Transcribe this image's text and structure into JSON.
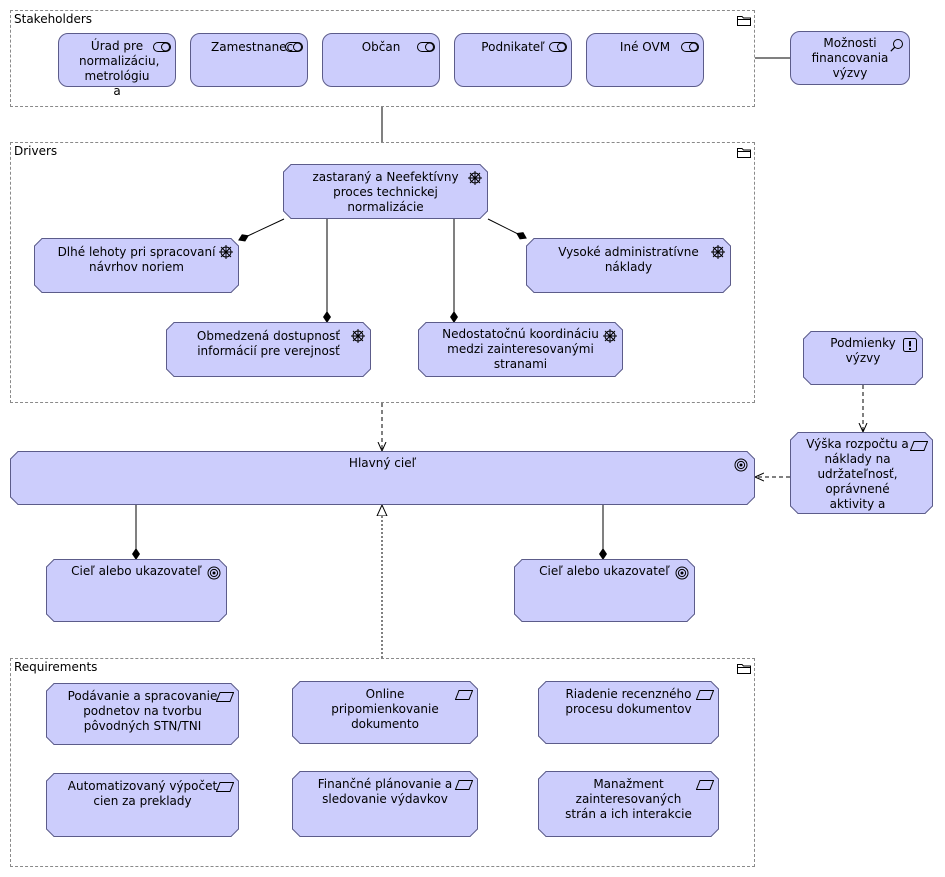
{
  "groups": {
    "stakeholders": "Stakeholders",
    "drivers": "Drivers",
    "requirements": "Requirements"
  },
  "stakeholders": {
    "urad": "Úrad pre normalizáciu, metrológiu a",
    "zamestnanec": "Zamestnanec",
    "obcan": "Občan",
    "podnikatel": "Podnikateľ",
    "ine_ovm": "Iné OVM"
  },
  "moznosti": "Možnosti financovania výzvy",
  "drivers": {
    "main": "zastaraný a Neefektívny proces technickej normalizácie",
    "dlhe": "Dlhé lehoty pri spracovaní návrhov noriem",
    "vysoke": "Vysoké administratívne náklady",
    "obmedzena": "Obmedzená dostupnosť informácií pre verejnosť",
    "nedostatocna": "Nedostatočnú koordináciu medzi zainteresovanými stranami"
  },
  "podmienky": "Podmienky výzvy",
  "vyska": "Výška rozpočtu a náklady na udržateľnosť, oprávnené aktivity a výdavky",
  "hlavny_ciel": "Hlavný cieľ",
  "ciel_left": "Cieľ alebo ukazovateľ",
  "ciel_right": "Cieľ alebo ukazovateľ",
  "requirements": {
    "podavanie": "Podávanie a spracovanie podnetov na tvorbu pôvodných STN/TNI",
    "online": "Online pripomienkovanie dokumento",
    "riadenie": "Riadenie recenzného procesu dokumentov",
    "automatizovany": "Automatizovaný výpočet cien za preklady",
    "financne": "Finančné plánovanie a sledovanie výdavkov",
    "manazment": "Manažment zainteresovaných strán a ich interakcie"
  },
  "colors": {
    "node_fill": "#cccdfc",
    "node_border": "#5c5c8a",
    "group_border": "#8a8a8a"
  }
}
